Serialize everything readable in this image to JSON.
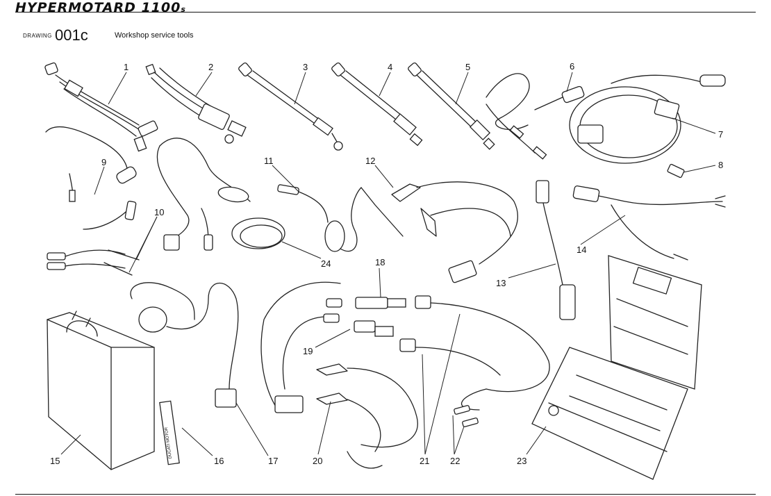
{
  "header": {
    "brand": "HYPERMOTARD 1100",
    "brand_suffix": "s",
    "drawing_label": "DRAWING",
    "drawing_code": "001c",
    "title": "Workshop service tools"
  },
  "callouts": [
    "1",
    "2",
    "3",
    "4",
    "5",
    "6",
    "7",
    "8",
    "9",
    "10",
    "11",
    "12",
    "13",
    "14",
    "15",
    "16",
    "17",
    "18",
    "19",
    "20",
    "21",
    "22",
    "23",
    "24"
  ],
  "tag_label": "DUCATI MOTOR"
}
